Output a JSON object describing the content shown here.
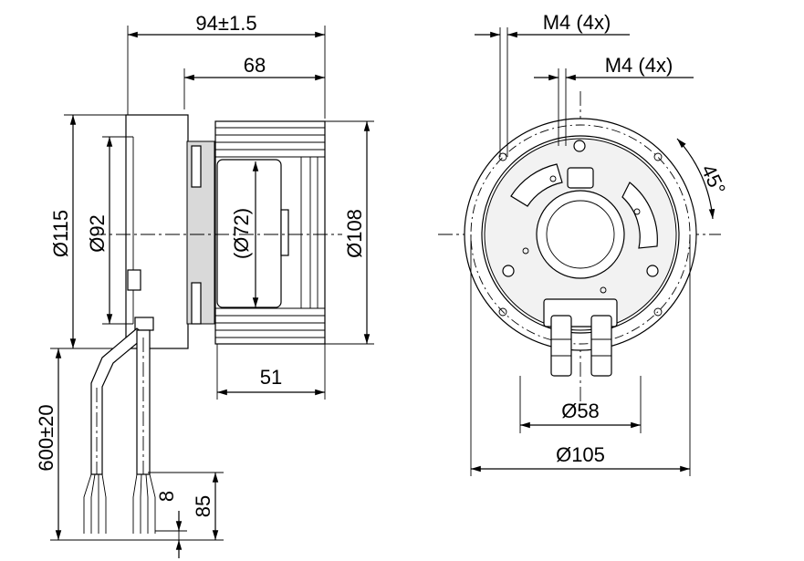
{
  "side_view": {
    "overall_length": "94±1.5",
    "housing_length": "68",
    "rotor_length": "51",
    "flange_diameter": "Ø115",
    "housing_diameter": "Ø92",
    "hub_diameter": "(Ø72)",
    "rotor_diameter": "Ø108",
    "cable_length": "600±20",
    "strip_length": "8",
    "jacket_strip_length": "85"
  },
  "front_view": {
    "thread_outer": "M4 (4x)",
    "thread_inner": "M4 (4x)",
    "angle": "45°",
    "pcd_inner": "Ø58",
    "pcd_outer": "Ø105"
  }
}
